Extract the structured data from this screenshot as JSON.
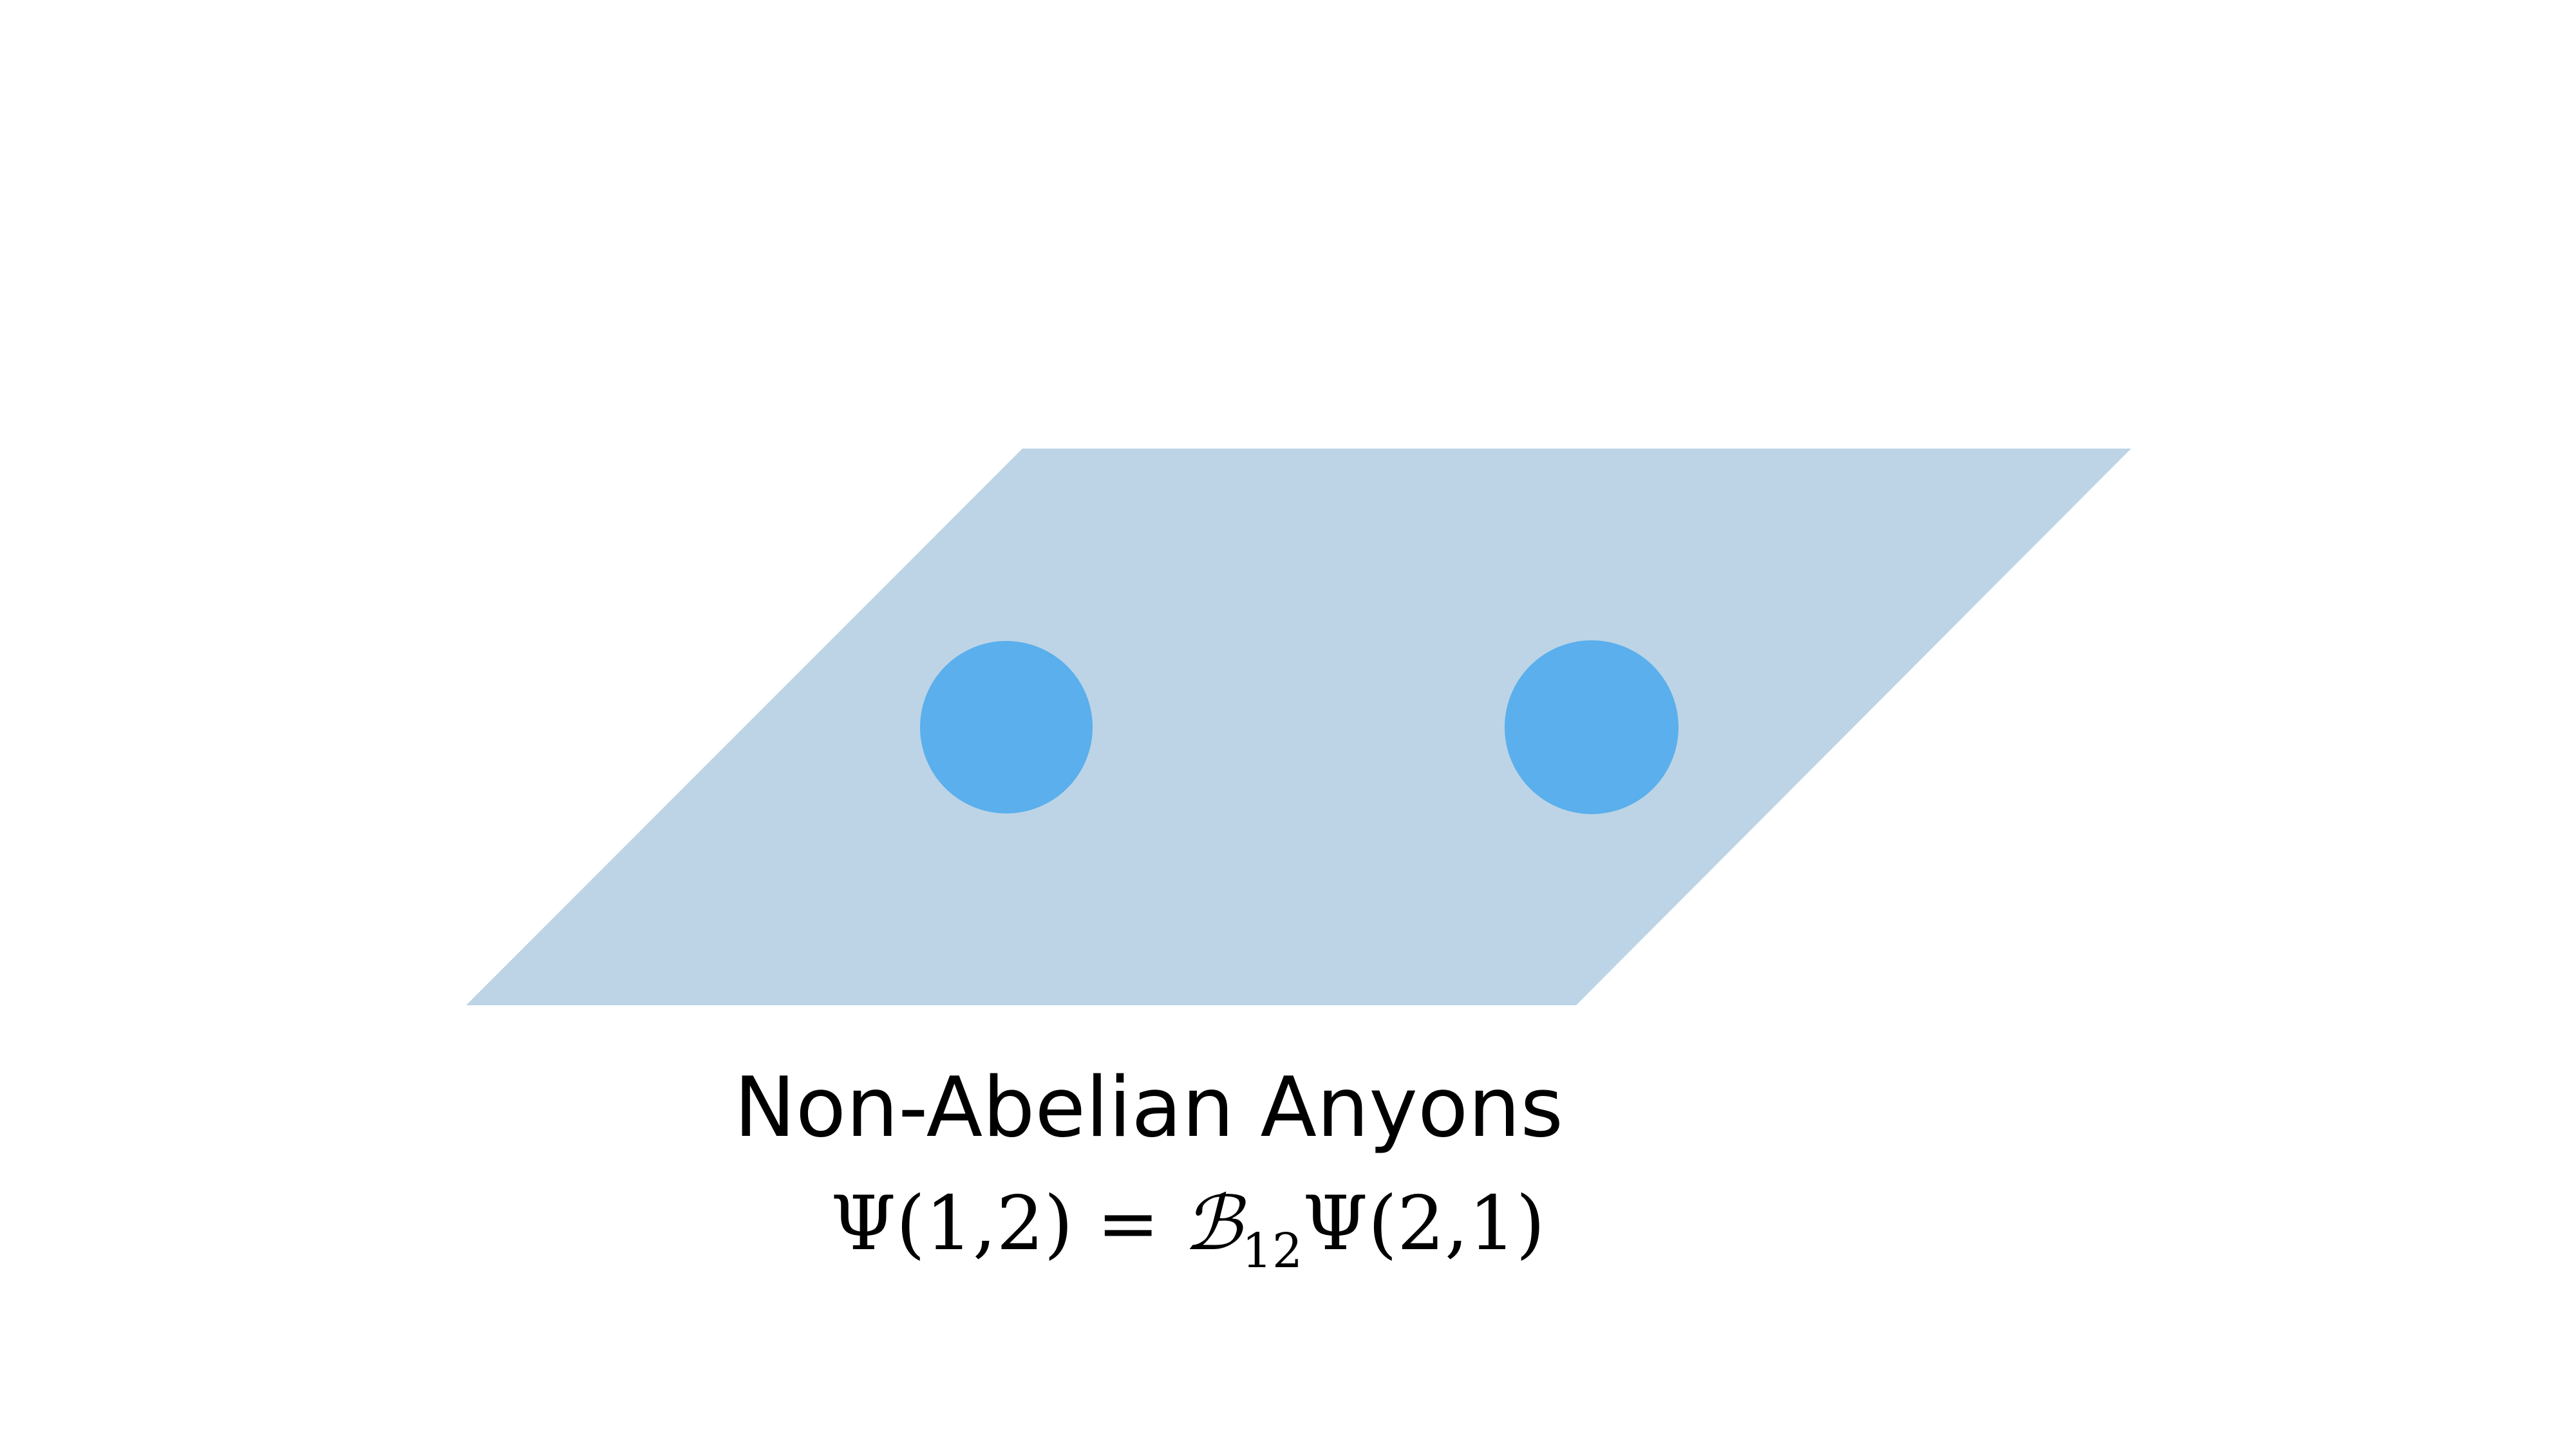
{
  "colors": {
    "background": "#ffffff",
    "plane": "#bcd4e6",
    "particle": "#5aafec",
    "text": "#000000"
  },
  "diagram": {
    "particles": [
      {
        "name": "particle-1"
      },
      {
        "name": "particle-2"
      }
    ]
  },
  "caption": "Non-Abelian Anyons",
  "formula": {
    "lhs": "Ψ(1,2) = ",
    "operator": "ℬ",
    "operator_subscript": "12",
    "rhs": "Ψ(2,1)"
  }
}
